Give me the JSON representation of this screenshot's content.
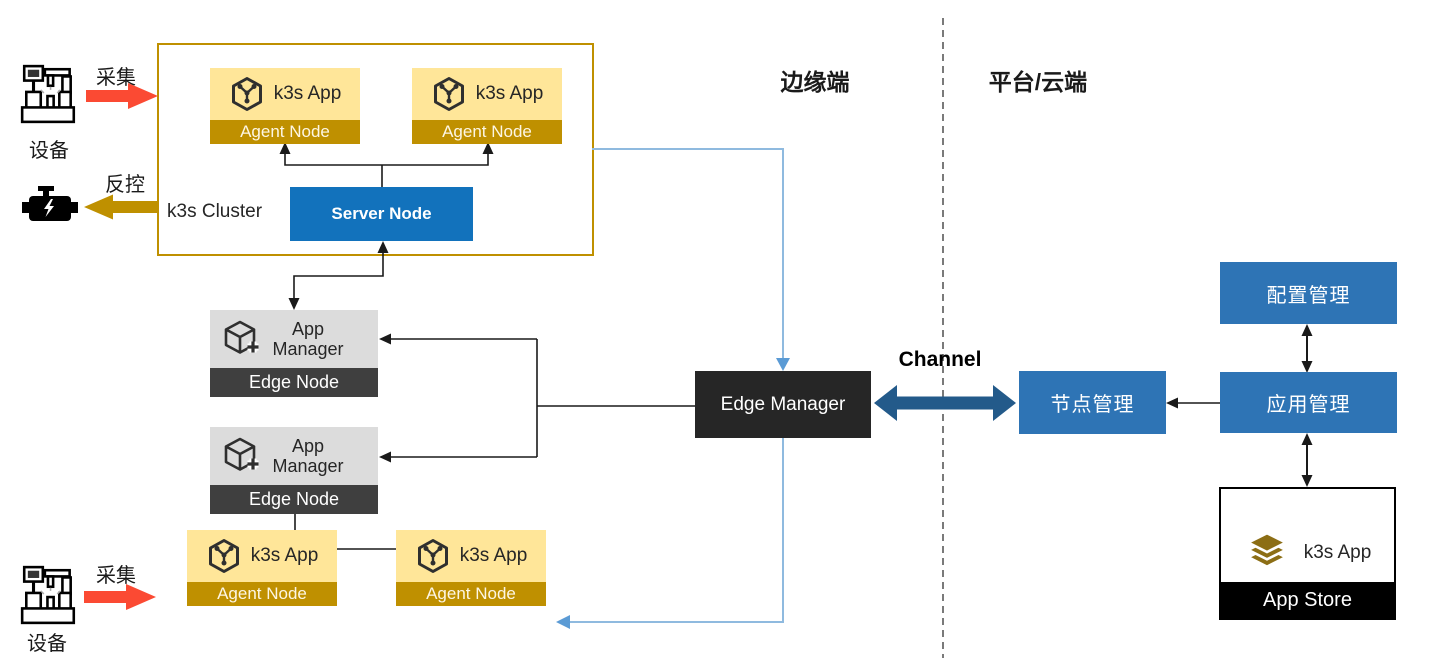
{
  "headers": {
    "edge_side": "边缘端",
    "cloud_side": "平台/云端",
    "channel": "Channel"
  },
  "cluster": {
    "label": "k3s Cluster"
  },
  "labels": {
    "k3s_app": "k3s App",
    "agent_node": "Agent Node",
    "server_node": "Server Node",
    "app_manager": "App Manager",
    "edge_node": "Edge Node",
    "edge_manager": "Edge Manager"
  },
  "cloud": {
    "node_mgmt": "节点管理",
    "config_mgmt": "配置管理",
    "app_mgmt": "应用管理",
    "app_store": "App Store",
    "app_store_item": "k3s App"
  },
  "device": {
    "label": "设备",
    "collect": "采集",
    "reverse_control": "反控"
  },
  "colors": {
    "cluster_gold": "#BF9000",
    "node_yellow": "#FFE699",
    "server_blue": "#1272BC",
    "cloud_blue": "#2E74B5",
    "channel_blue": "#235A8A",
    "link_light_blue": "#8FBADF",
    "link_blue_arrow": "#5B9BD5",
    "collect_orange": "#FB4A33",
    "manager_gray": "#DCDCDC",
    "edge_node_gray": "#3F3F3F",
    "edge_manager_black": "#262626"
  }
}
